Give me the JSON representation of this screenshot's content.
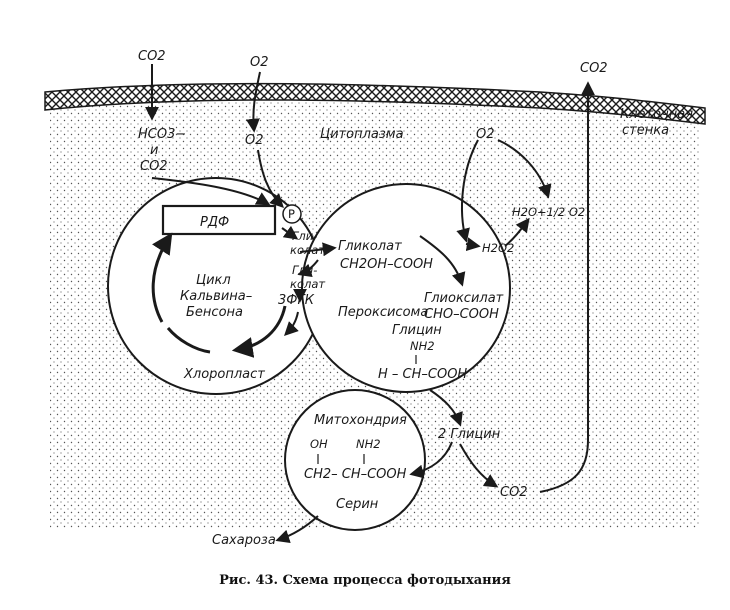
{
  "labels": {
    "cell_wall": [
      "Клеточная",
      "стенка"
    ],
    "cytoplasm": "Цитоплазма",
    "chloroplast": "Хлоропласт",
    "peroxisome": "Пероксисома",
    "mitochondrion": "Митохондрия",
    "rdf": "РДФ",
    "calvin_cycle": [
      "Цикл",
      "Кальвина–",
      "Бенсона"
    ],
    "p_group": "P",
    "glycolate_chloro": [
      "Гли-",
      "колат"
    ],
    "glycolate_chloro_2": [
      "Гли-",
      "колат"
    ],
    "three_fgk": "3ФГК",
    "glycolate_perox": "Гликолат",
    "glycolate_formula": "CH2OH–COOH",
    "glyoxylate": "Глиоксилат",
    "glyoxylate_formula": "CHO–COOH",
    "glycine": "Глицин",
    "glycine_nh2": "NH2",
    "glycine_formula": "H – CH–COOH",
    "two_glycine": "2 Глицин",
    "serine_oh": "OH",
    "serine_nh2": "NH2",
    "serine_formula": "CH2– CH–COOH",
    "serine": "Серин",
    "sucrose": "Сахароза",
    "co2_top_left": "CO2",
    "o2_top": "O2",
    "hco3": "HCO3−",
    "and": "и",
    "co2_inner": "CO2",
    "o2_inner": "O2",
    "o2_perox": "O2",
    "h2o_half_o2": "H2O+1/2 O2",
    "h2o2": "H2O2",
    "co2_out": "CO2",
    "co2_top_right": "CO2"
  },
  "caption": "Рис. 43. Схема процесса фотодыхания"
}
